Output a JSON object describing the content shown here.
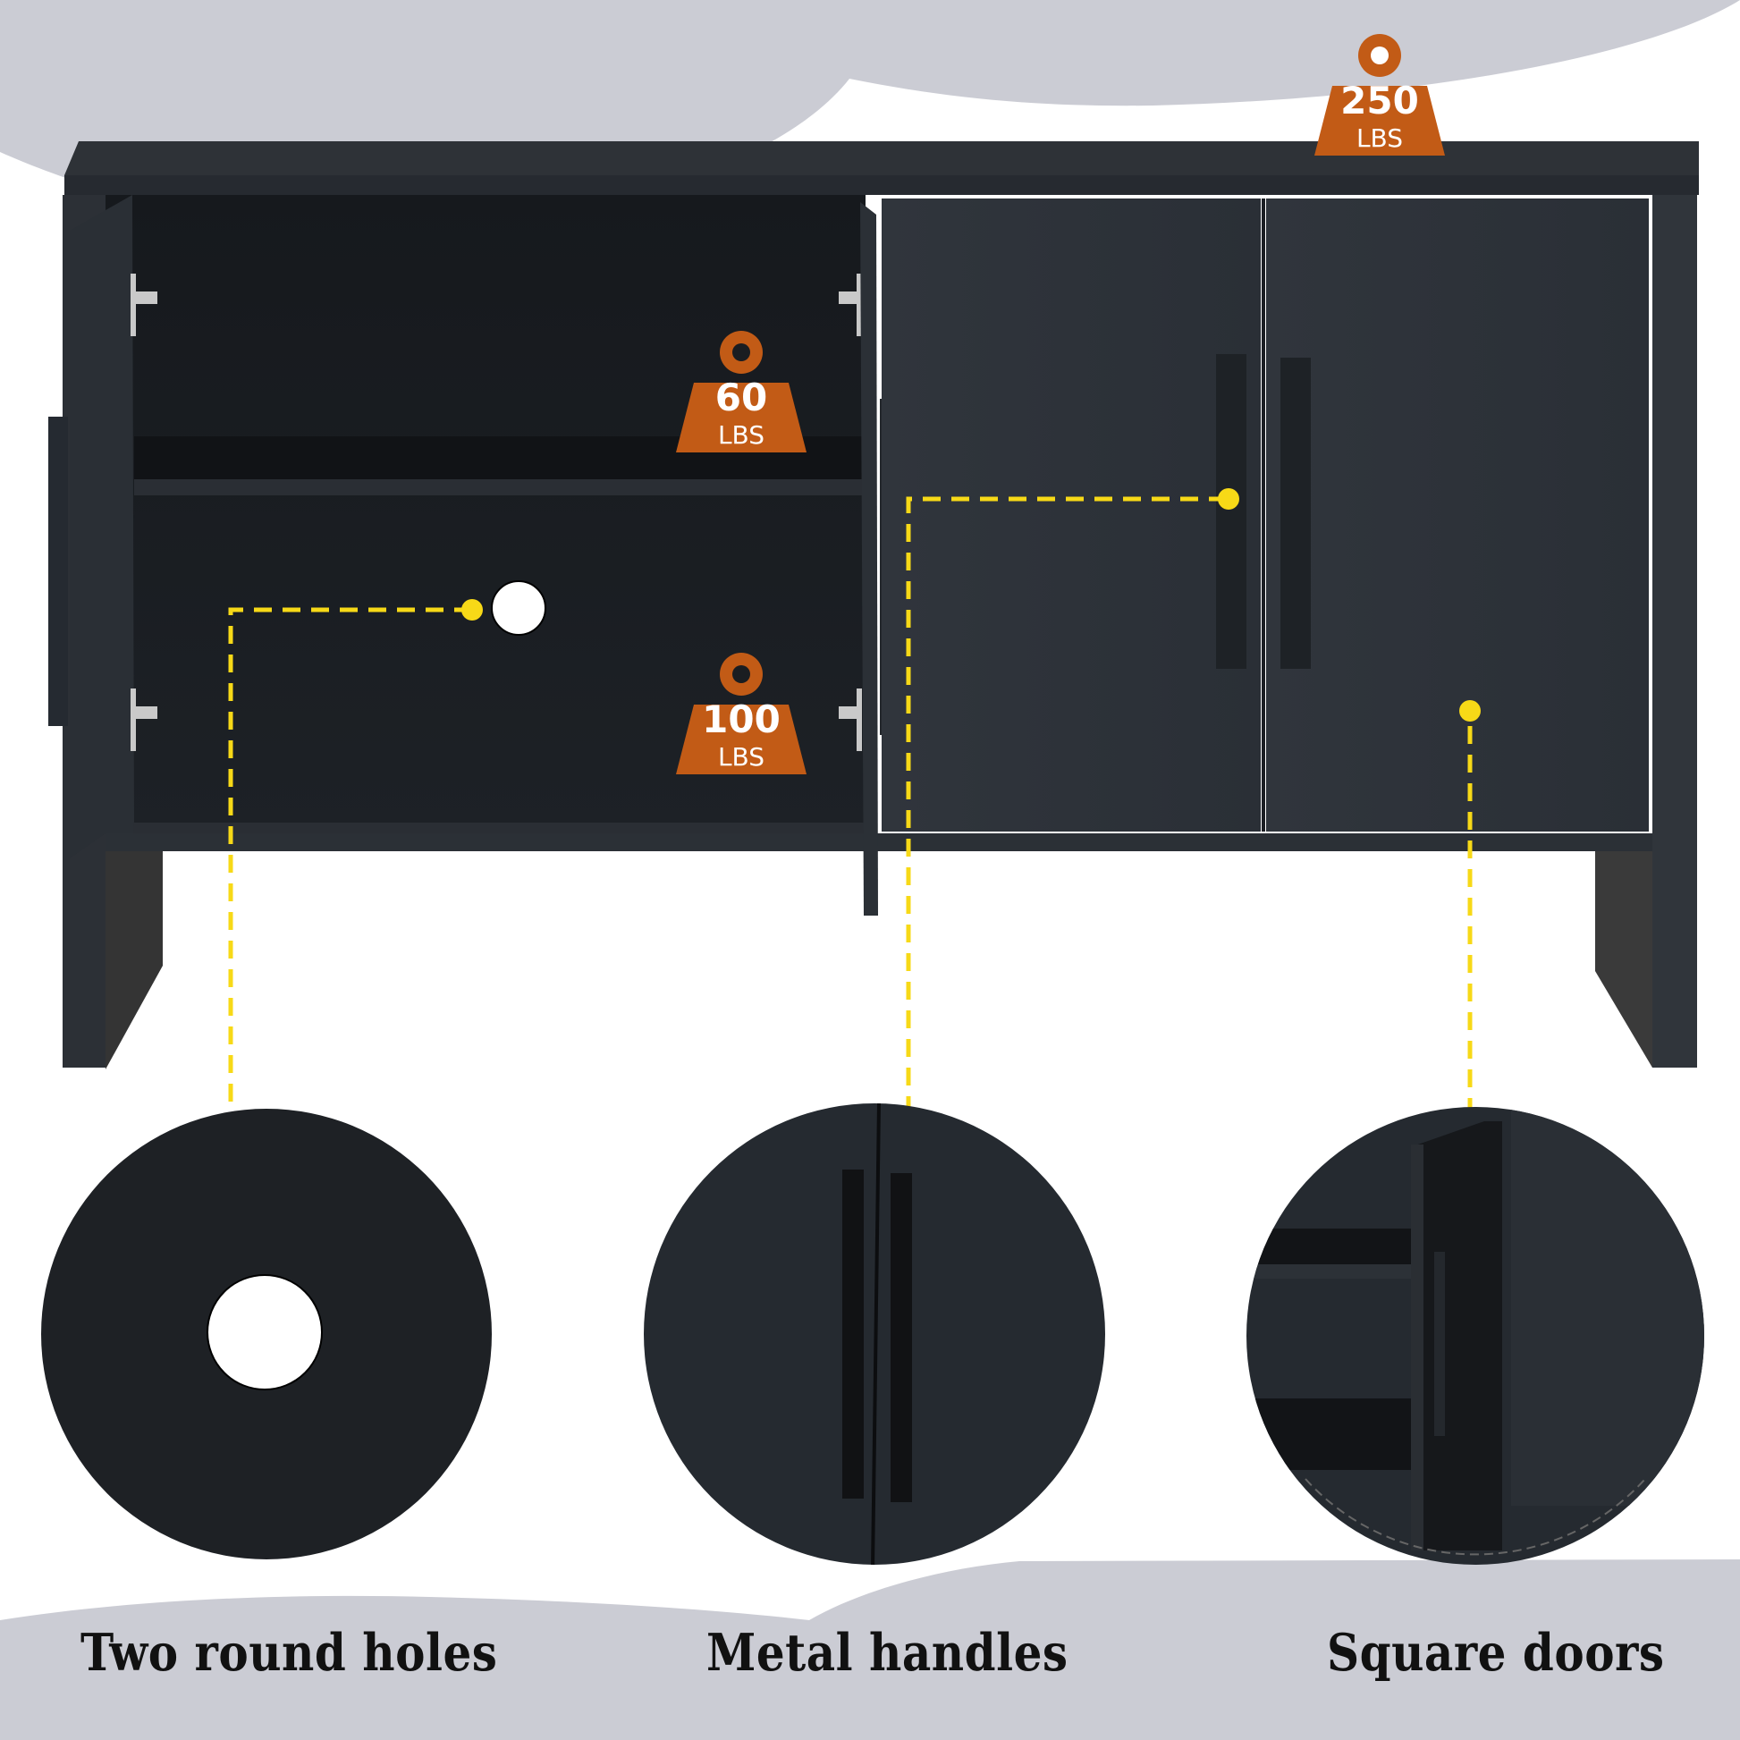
{
  "product": {
    "name": "Sideboard cabinet",
    "color": "#2a2f36",
    "accent_color": "#c25b16",
    "callout_color": "#f7d917",
    "background_wave_color": "#cbccd4"
  },
  "load_badges": [
    {
      "value": "250",
      "unit": "LBS",
      "location": "top-surface"
    },
    {
      "value": "60",
      "unit": "LBS",
      "location": "upper-shelf"
    },
    {
      "value": "100",
      "unit": "LBS",
      "location": "bottom-shelf"
    }
  ],
  "features": [
    {
      "label": "Two round holes",
      "icon": "cable-hole-detail"
    },
    {
      "label": "Metal handles",
      "icon": "handle-detail"
    },
    {
      "label": "Square doors",
      "icon": "door-detail"
    }
  ]
}
